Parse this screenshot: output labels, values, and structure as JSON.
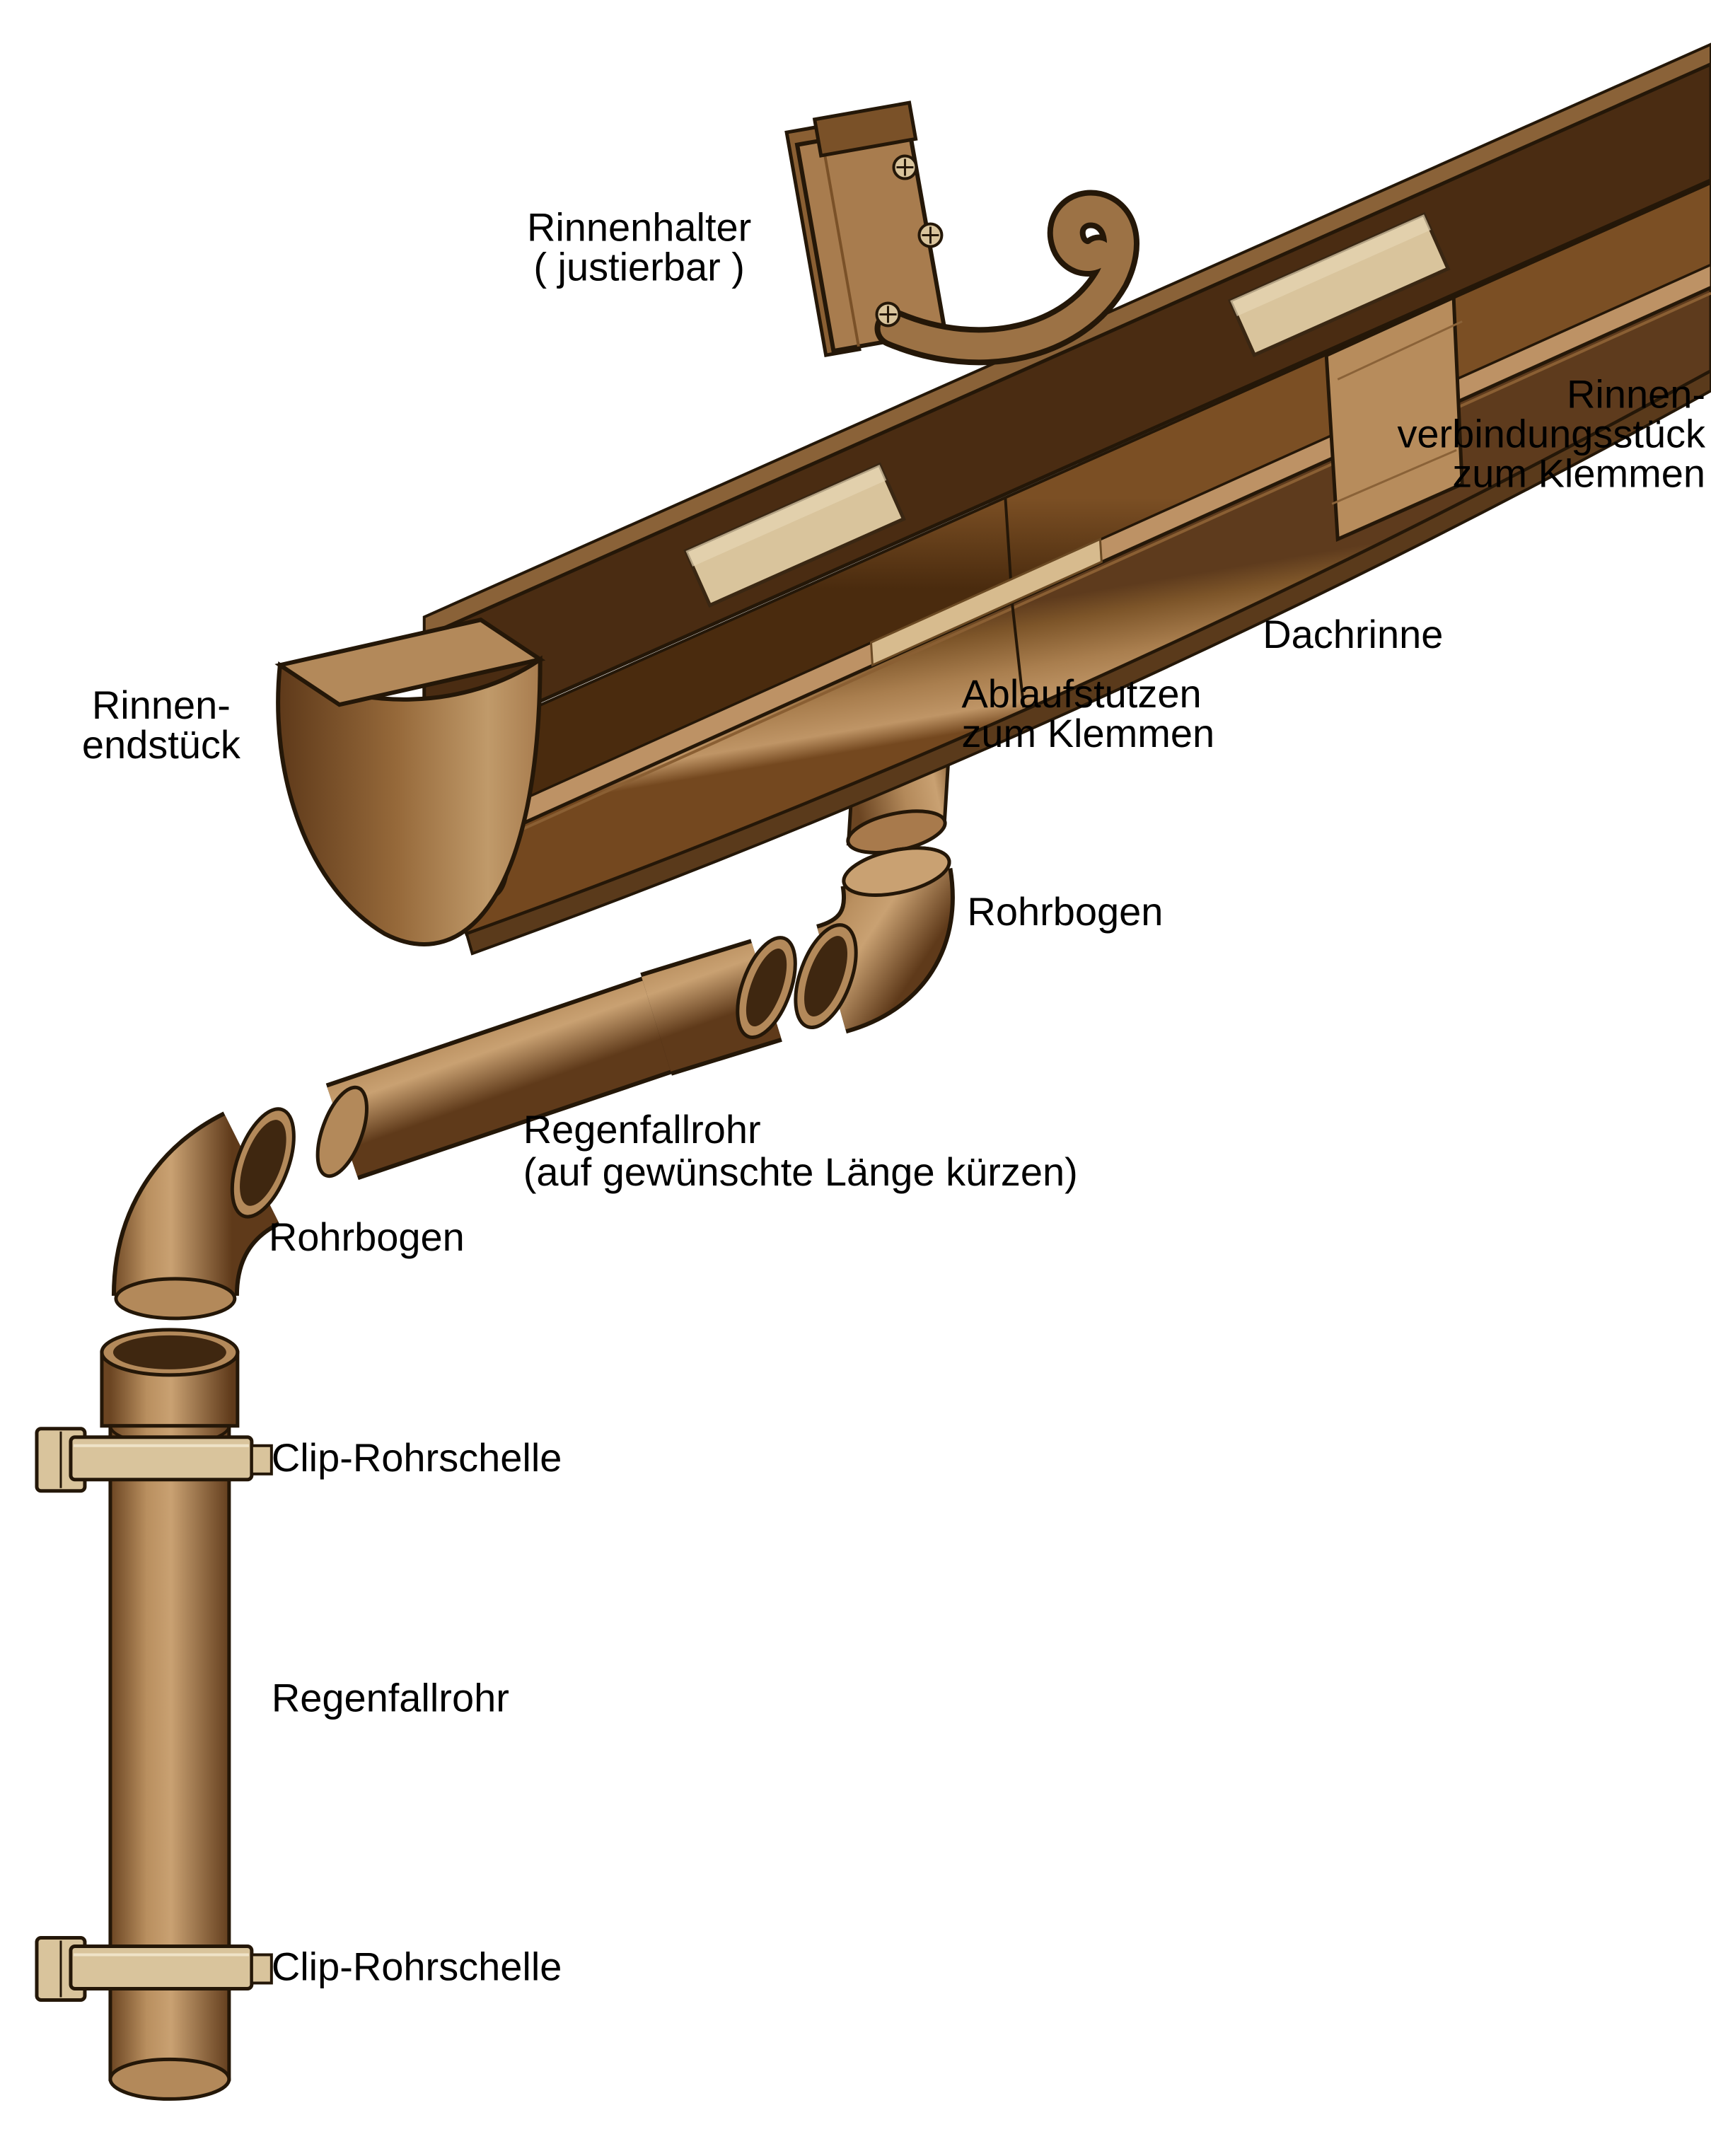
{
  "labels": {
    "rinnenhalter": [
      "Rinnenhalter",
      "( justierbar )"
    ],
    "rinnenverbindungsstueck": [
      "Rinnen-",
      "verbindungsstück",
      "zum Klemmen"
    ],
    "dachrinne": "Dachrinne",
    "rinnenendstueck": [
      "Rinnen-",
      "endstück"
    ],
    "ablaufstutzen": [
      "Ablaufstutzen",
      "zum Klemmen"
    ],
    "rohrbogen_oben": "Rohrbogen",
    "regenfallrohr_diagonal": [
      "Regenfallrohr",
      "(auf gewünschte Länge kürzen)"
    ],
    "rohrbogen_unten": "Rohrbogen",
    "clip_rohrschelle_oben": "Clip-Rohrschelle",
    "regenfallrohr_unten": "Regenfallrohr",
    "clip_rohrschelle_unten": "Clip-Rohrschelle"
  },
  "colors": {
    "background": "#ffffff",
    "outline": "#241708",
    "brown_dark": "#5f3a1a",
    "brown_mid": "#a87c4e",
    "brown_light": "#c9a172",
    "fascia_dark": "#4a2c12",
    "tan_plate": "#d9c49c",
    "tan_strip": "#d7bb8e"
  }
}
